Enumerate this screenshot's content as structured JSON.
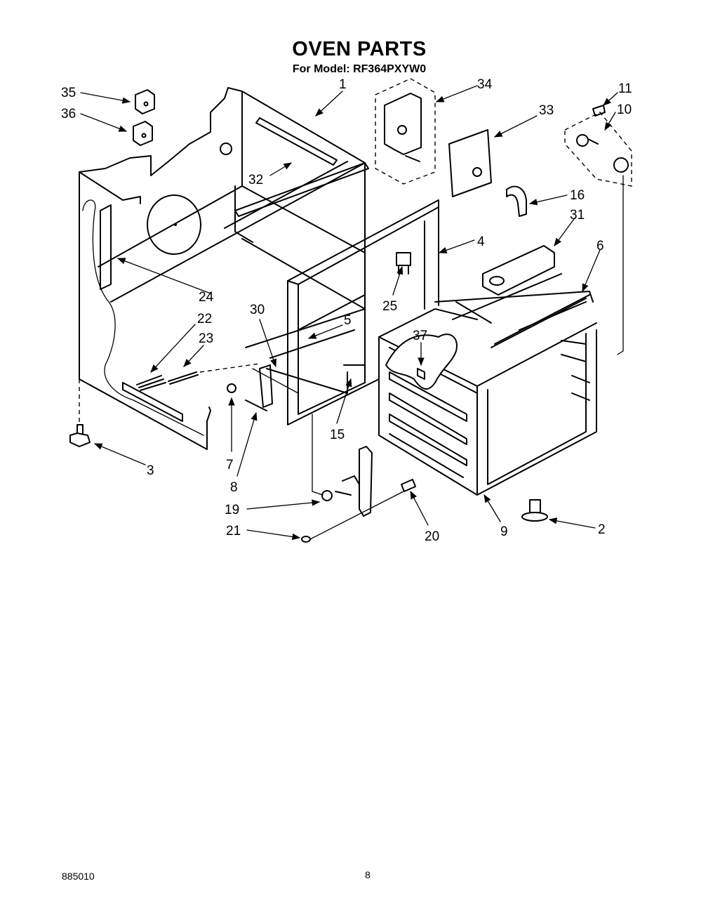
{
  "title": "OVEN PARTS",
  "subtitle": "For Model: RF364PXYW0",
  "callouts": [
    {
      "id": "c1",
      "label": "1"
    },
    {
      "id": "c2",
      "label": "2"
    },
    {
      "id": "c3",
      "label": "3"
    },
    {
      "id": "c4",
      "label": "4"
    },
    {
      "id": "c5",
      "label": "5"
    },
    {
      "id": "c6",
      "label": "6"
    },
    {
      "id": "c7",
      "label": "7"
    },
    {
      "id": "c8",
      "label": "8"
    },
    {
      "id": "c9",
      "label": "9"
    },
    {
      "id": "c10",
      "label": "10"
    },
    {
      "id": "c11",
      "label": "11"
    },
    {
      "id": "c15",
      "label": "15"
    },
    {
      "id": "c16",
      "label": "16"
    },
    {
      "id": "c19",
      "label": "19"
    },
    {
      "id": "c20",
      "label": "20"
    },
    {
      "id": "c21",
      "label": "21"
    },
    {
      "id": "c22",
      "label": "22"
    },
    {
      "id": "c23",
      "label": "23"
    },
    {
      "id": "c24",
      "label": "24"
    },
    {
      "id": "c25",
      "label": "25"
    },
    {
      "id": "c30",
      "label": "30"
    },
    {
      "id": "c31",
      "label": "31"
    },
    {
      "id": "c32",
      "label": "32"
    },
    {
      "id": "c33",
      "label": "33"
    },
    {
      "id": "c34",
      "label": "34"
    },
    {
      "id": "c35",
      "label": "35"
    },
    {
      "id": "c36",
      "label": "36"
    },
    {
      "id": "c37",
      "label": "37"
    }
  ],
  "footer": {
    "code": "885010",
    "page": "8"
  }
}
